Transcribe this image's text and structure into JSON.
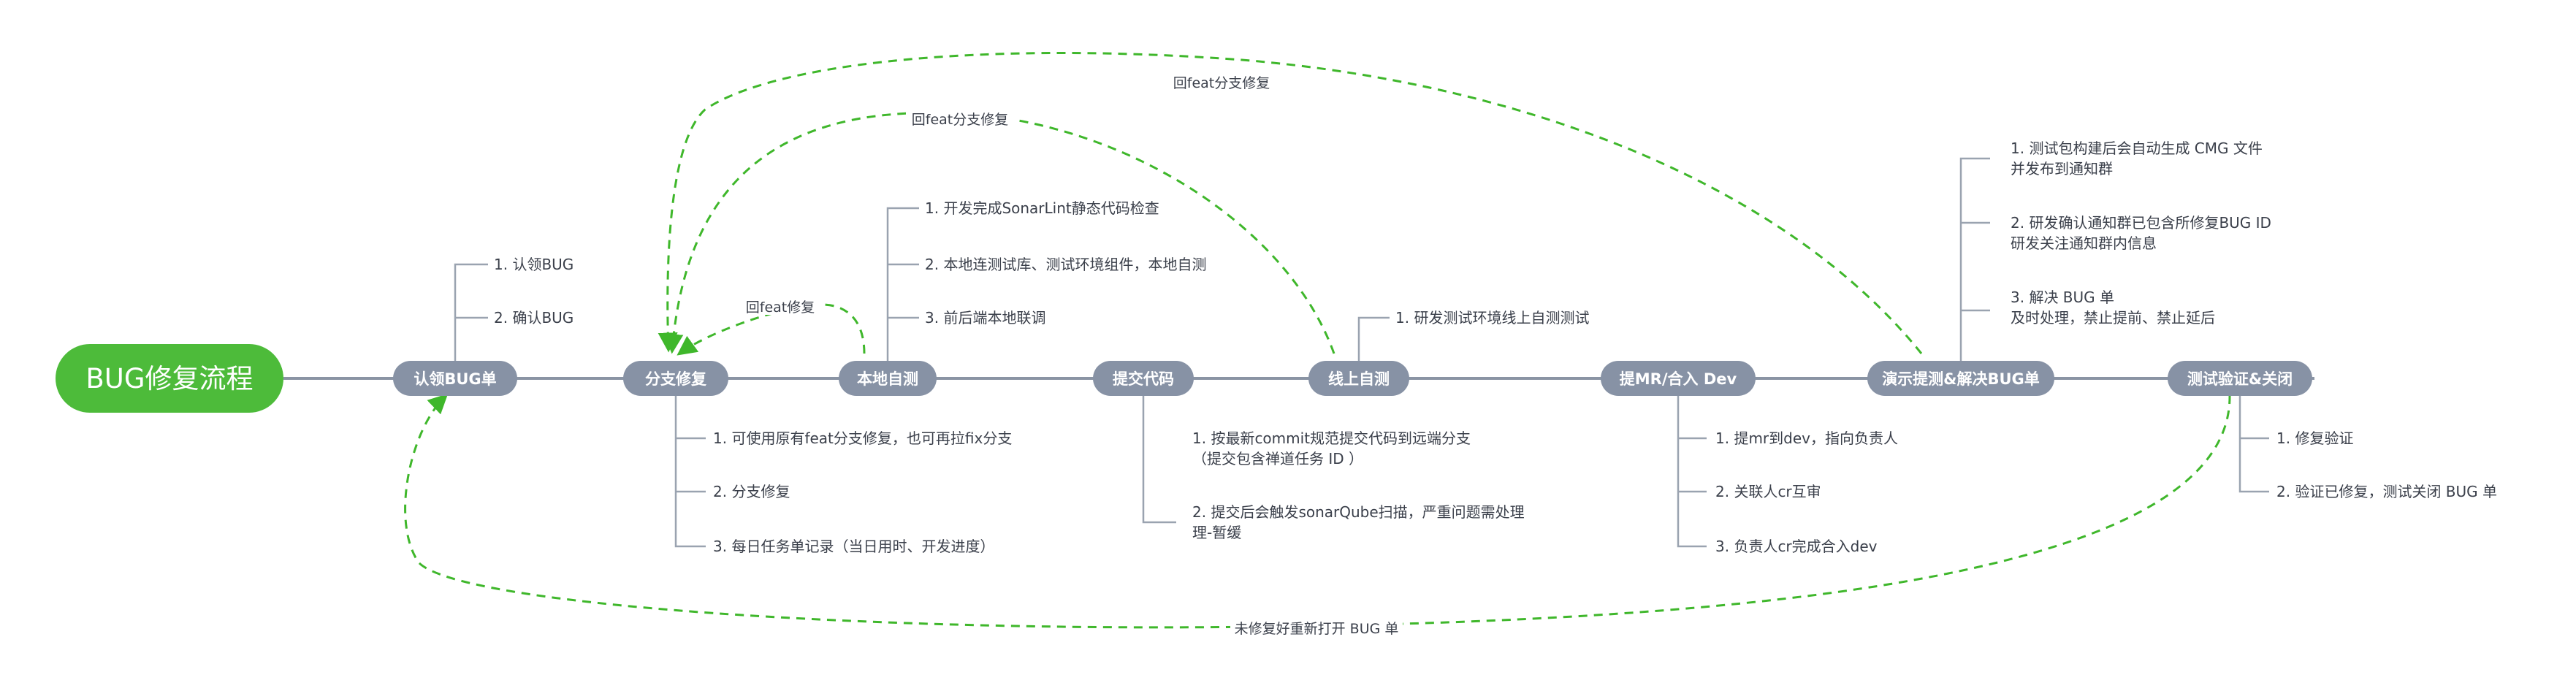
{
  "root": {
    "label": "BUG修复流程"
  },
  "colors": {
    "root": "#4dbb3a",
    "node": "#8792a5",
    "loop": "#3fb72b",
    "spine": "#8a94a4"
  },
  "nodes": [
    {
      "id": "claim",
      "label": "认领BUG单"
    },
    {
      "id": "branch",
      "label": "分支修复"
    },
    {
      "id": "selftest",
      "label": "本地自测"
    },
    {
      "id": "commit",
      "label": "提交代码"
    },
    {
      "id": "online",
      "label": "线上自测"
    },
    {
      "id": "mr",
      "label": "提MR/合入 Dev"
    },
    {
      "id": "demo",
      "label": "演示提测&解决BUG单"
    },
    {
      "id": "verify",
      "label": "测试验证&关闭"
    }
  ],
  "leaves": {
    "claim": [
      [
        "1. 认领BUG"
      ],
      [
        "2. 确认BUG"
      ]
    ],
    "selftest": [
      [
        "1.  开发完成SonarLint静态代码检查"
      ],
      [
        "2. 本地连测试库、测试环境组件，本地自测"
      ],
      [
        "3. 前后端本地联调"
      ]
    ],
    "online": [
      [
        "1. 研发测试环境线上自测测试"
      ]
    ],
    "demo": [
      [
        "1. 测试包构建后会自动生成 CMG 文件",
        "并发布到通知群"
      ],
      [
        "2. 研发确认通知群已包含所修复BUG ID",
        "研发关注通知群内信息"
      ],
      [
        "3. 解决 BUG 单",
        "及时处理，禁止提前、禁止延后"
      ]
    ],
    "branch": [
      [
        "1. 可使用原有feat分支修复，也可再拉fix分支"
      ],
      [
        "2. 分支修复"
      ],
      [
        "3. 每日任务单记录（当日用时、开发进度）"
      ]
    ],
    "commit": [
      [
        "1. 按最新commit规范提交代码到远端分支",
        "（提交包含禅道任务 ID ）"
      ],
      [
        "2. 提交后会触发sonarQube扫描，严重问题需处理",
        "理-暂缓"
      ]
    ],
    "mr": [
      [
        "1. 提mr到dev，指向负责人"
      ],
      [
        "2. 关联人cr互审"
      ],
      [
        "3. 负责人cr完成合入dev"
      ]
    ],
    "verify": [
      [
        "1. 修复验证"
      ],
      [
        "2. 验证已修复，测试关闭 BUG 单"
      ]
    ]
  },
  "loops": {
    "selftest_to_branch": "回feat修复",
    "online_to_branch": "回feat分支修复",
    "demo_to_branch": "回feat分支修复",
    "verify_to_claim": "未修复好重新打开 BUG 单"
  }
}
